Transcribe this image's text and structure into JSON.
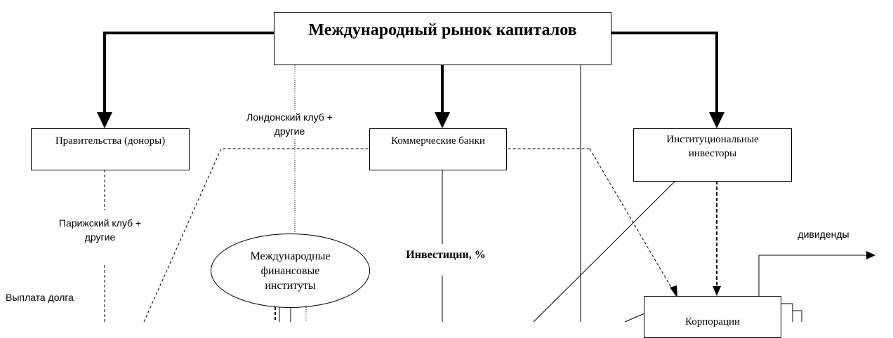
{
  "title": "Международный рынок капиталов",
  "nodes": {
    "governments": "Правительства (доноры)",
    "banks": "Коммерческие банки",
    "institutional_line1": "Институциональные",
    "institutional_line2": "инвесторы",
    "ifi_line1": "Международные",
    "ifi_line2": "финансовые",
    "ifi_line3": "институты",
    "corporations": "Корпорации"
  },
  "labels": {
    "london_line1": "Лондонский клуб +",
    "london_line2": "другие",
    "paris_line1": "Парижский клуб +",
    "paris_line2": "другие",
    "investments": "Инвестиции, %",
    "dividends": "дивиденды",
    "debt_payment": "Выплата долга"
  }
}
